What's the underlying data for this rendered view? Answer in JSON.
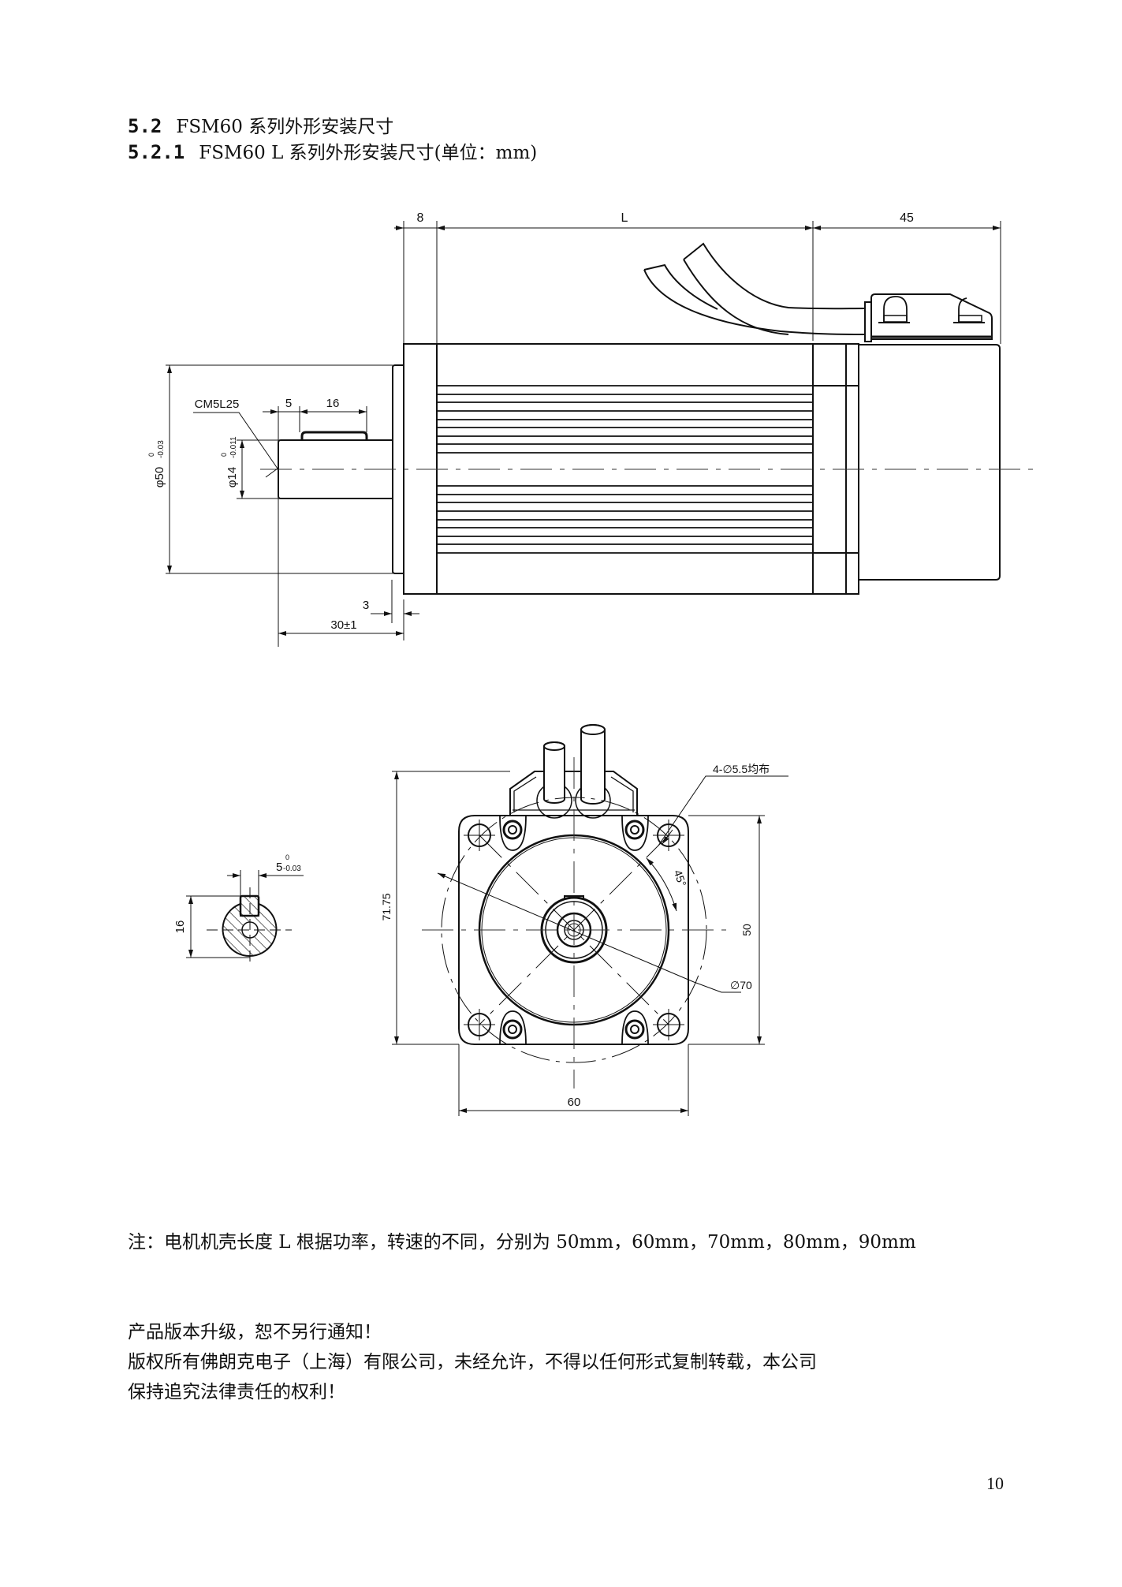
{
  "headings": {
    "section": {
      "number": "5.2",
      "title": "FSM60 系列外形安装尺寸"
    },
    "subsection": {
      "number": "5.2.1",
      "title": "FSM60 L 系列外形安装尺寸(单位：mm)"
    }
  },
  "side_view": {
    "dims": {
      "front_flange": "8",
      "body_length": "L",
      "encoder_length": "45",
      "shaft_thread": "CM5L25",
      "key_offset": "5",
      "key_length": "16",
      "pilot_diameter": "φ50",
      "pilot_tolerance_upper": "0",
      "pilot_tolerance_lower": "-0.03",
      "shaft_diameter": "φ14",
      "shaft_tolerance_upper": "0",
      "shaft_tolerance_lower": "-0.011",
      "pilot_height": "3",
      "shaft_length": "30±1"
    }
  },
  "key_section": {
    "dims": {
      "key_width": "5",
      "key_tolerance_upper": "0",
      "key_tolerance_lower": "-0.03",
      "key_height": "16"
    }
  },
  "end_view": {
    "dims": {
      "holes": "4-∅5.5均布",
      "angle": "45°",
      "overall_height": "71.75",
      "pilot": "50",
      "bolt_circle": "∅70",
      "flange_width": "60"
    }
  },
  "note": "注：电机机壳长度 L 根据功率，转速的不同，分别为 50mm，60mm，70mm，80mm，90mm",
  "footer": {
    "lines": [
      "产品版本升级，恕不另行通知！",
      "版权所有佛朗克电子（上海）有限公司，未经允许，不得以任何形式复制转载，本公司",
      "保持追究法律责任的权利！"
    ]
  },
  "page_number": "10"
}
